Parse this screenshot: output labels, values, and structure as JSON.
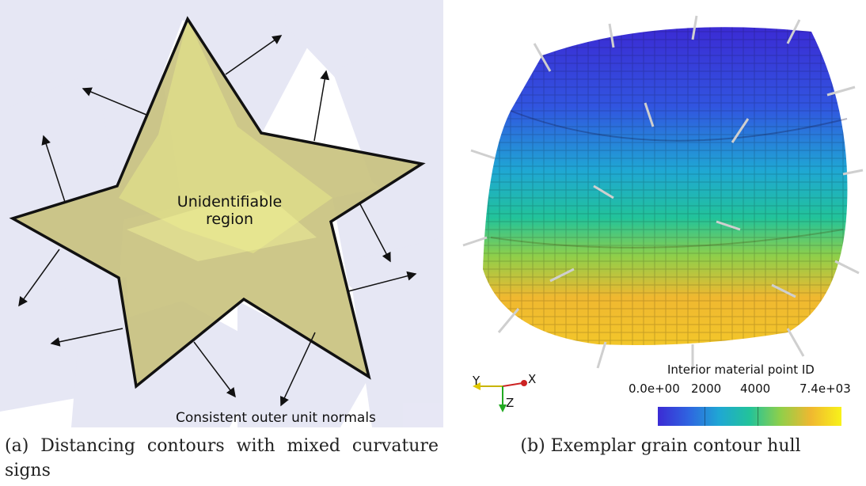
{
  "panel_a": {
    "region_label_line1": "Unidentifiable",
    "region_label_line2": "region",
    "normals_label": "Consistent outer unit normals",
    "caption": "(a) Distancing contours with mixed curvature signs"
  },
  "panel_b": {
    "caption": "(b) Exemplar grain contour hull",
    "colorbar": {
      "title": "Interior material point ID",
      "ticks": [
        "0.0e+00",
        "2000",
        "4000",
        "7.4e+03"
      ]
    },
    "axes_triad": {
      "y": "Y",
      "x": "X",
      "z": "Z"
    }
  },
  "colors": {
    "star_fill": "#c9c27f",
    "star_highlight": "#eef08a",
    "contour": "#c7c8e6"
  }
}
